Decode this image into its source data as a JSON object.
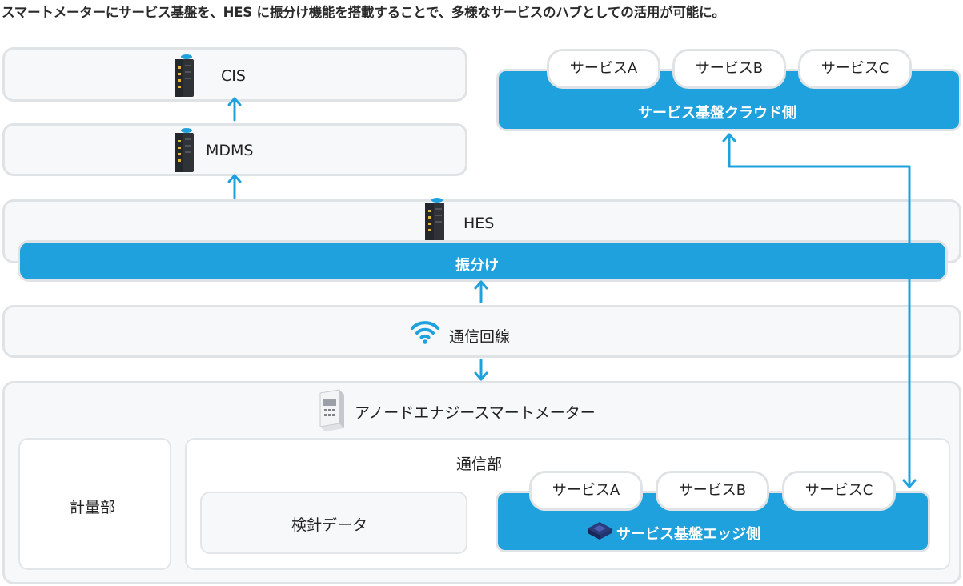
{
  "title": "スマートメーターにサービス基盤を、HES に振分け機能を搭載することで、多様なサービスのハブとしての活用が可能に。",
  "cis": {
    "label": "CIS"
  },
  "mdms": {
    "label": "MDMS"
  },
  "hes": {
    "label": "HES",
    "router_label": "振分け"
  },
  "network": {
    "label": "通信回線"
  },
  "cloud": {
    "label": "サービス基盤クラウド側",
    "services": [
      "サービスA",
      "サービスB",
      "サービスC"
    ]
  },
  "meter": {
    "label": "アノードエナジースマートメーター",
    "measurement_label": "計量部",
    "comm": {
      "label": "通信部",
      "data_label": "検針データ",
      "edge_label": "サービス基盤エッジ側",
      "services": [
        "サービスA",
        "サービスB",
        "サービスC"
      ]
    }
  },
  "colors": {
    "accent": "#1ea1dc",
    "panel_bg": "#f7f8f9",
    "panel_border": "#e0e3e6"
  },
  "icons": {
    "server": "server-icon",
    "wifi": "wifi-icon",
    "meter": "smart-meter-icon",
    "chip": "chip-icon"
  }
}
